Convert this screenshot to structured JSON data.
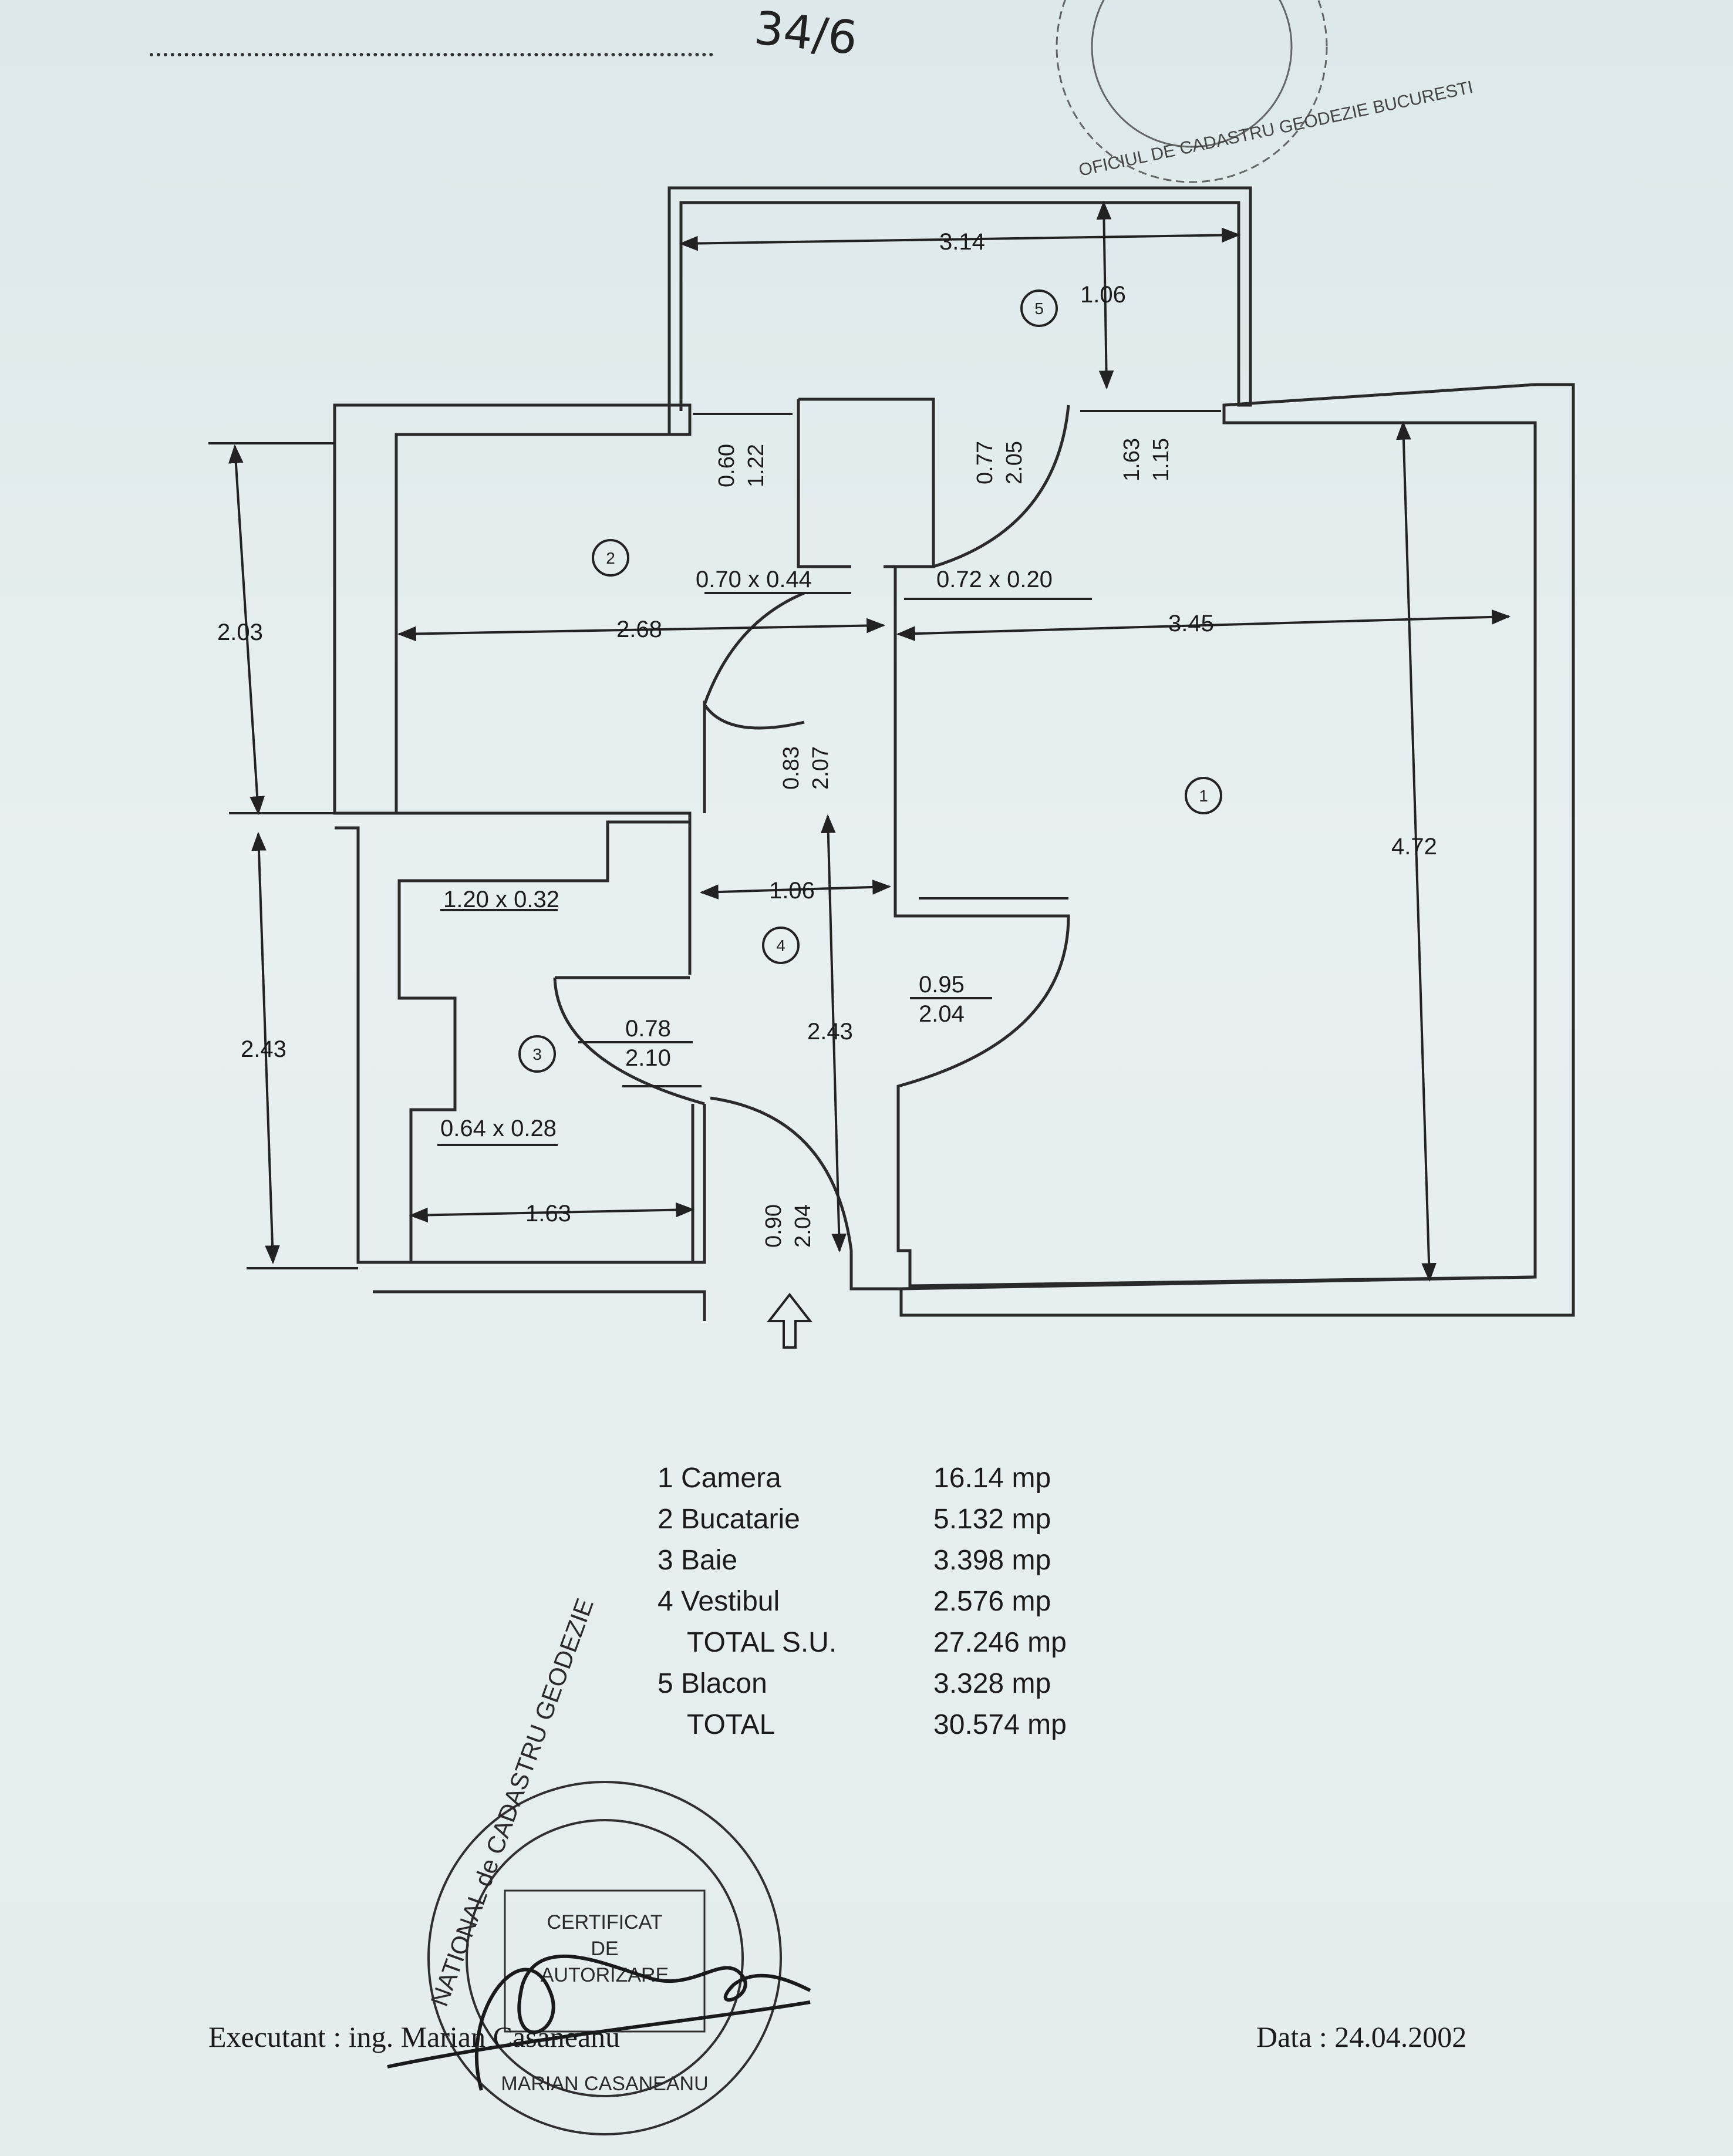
{
  "header": {
    "handwritten_number": "34/6"
  },
  "plan": {
    "dimensions": {
      "balcony_width": "3.14",
      "balcony_depth": "1.06",
      "kitchen_window": {
        "top": "0.60",
        "bottom": "1.22"
      },
      "balcony_door": {
        "top": "0.77",
        "bottom": "2.05"
      },
      "room_window": {
        "top": "1.63",
        "bottom": "1.15"
      },
      "kitchen_niche": "0.70 x 0.44",
      "room_niche": "0.72 x 0.20",
      "kitchen_width": "2.68",
      "room_width": "3.45",
      "kitchen_height": "2.03",
      "bath_height": "2.43",
      "kitchen_door": {
        "top": "0.83",
        "bottom": "2.07"
      },
      "bath_niche_top": "1.20 x 0.32",
      "hall_width": "1.06",
      "room_door": {
        "top": "0.95",
        "bottom": "2.04"
      },
      "bath_door": {
        "top": "0.78",
        "bottom": "2.10"
      },
      "hall_length": "2.43",
      "bath_niche_bottom": "0.64 x 0.28",
      "bath_width": "1.63",
      "entry_door": {
        "top": "0.90",
        "bottom": "2.04"
      },
      "room_height": "4.72"
    },
    "room_markers": [
      "1",
      "2",
      "3",
      "4",
      "5"
    ]
  },
  "legend": [
    {
      "name": "1 Camera",
      "area": "16.14 mp"
    },
    {
      "name": "2 Bucatarie",
      "area": "5.132 mp"
    },
    {
      "name": "3 Baie",
      "area": "3.398 mp"
    },
    {
      "name": "4 Vestibul",
      "area": "2.576 mp"
    },
    {
      "name": "TOTAL S.U.",
      "area": "27.246 mp"
    },
    {
      "name": "5 Blacon",
      "area": "3.328 mp"
    },
    {
      "name": "TOTAL",
      "area": "30.574 mp"
    }
  ],
  "footer": {
    "executant": "Executant : ing. Marian Casaneanu",
    "date": "Data : 24.04.2002"
  },
  "stamp": {
    "ring_text": "NATIONAL de CADASTRU GEODEZIE",
    "certificate_line1": "CERTIFICAT",
    "certificate_line2": "DE",
    "certificate_line3": "AUTORIZARE",
    "name": "MARIAN CASANEANU",
    "top_ring_text": "OFICIUL DE CADASTRU GEODEZIE BUCURESTI"
  }
}
